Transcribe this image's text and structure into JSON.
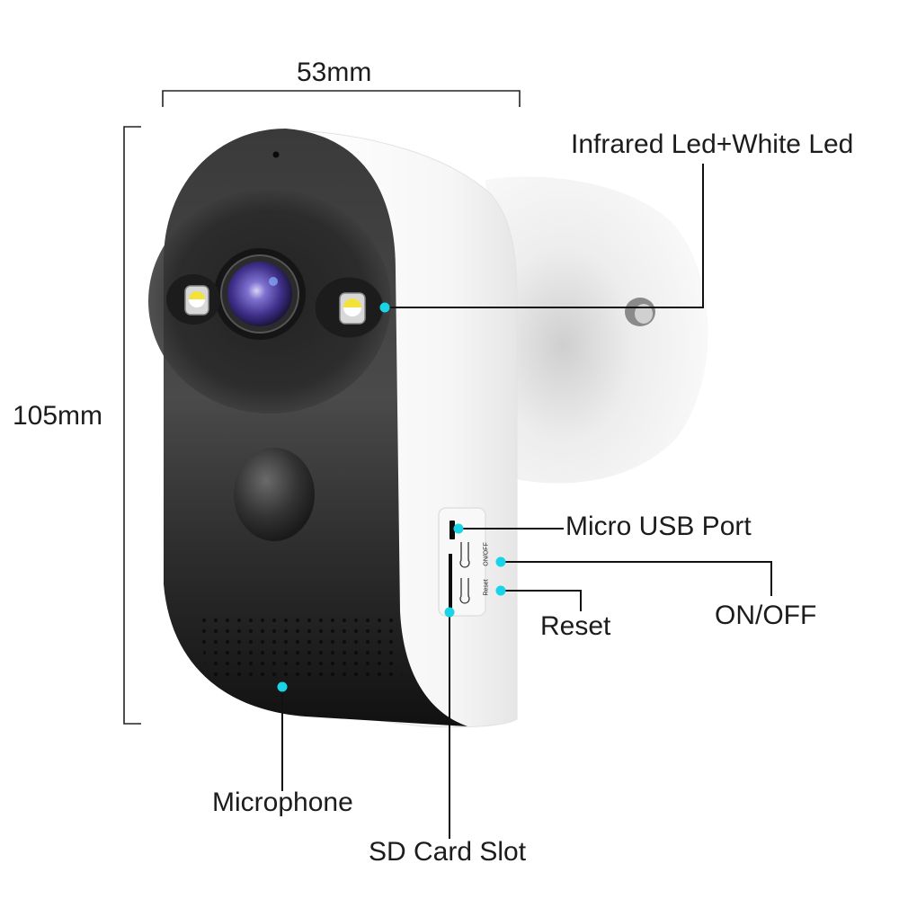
{
  "dimensions": {
    "width_label": "53mm",
    "height_label": "105mm"
  },
  "callouts": {
    "infrared_led": "Infrared Led+White Led",
    "micro_usb": "Micro USB Port",
    "on_off": "ON/OFF",
    "reset": "Reset",
    "microphone": "Microphone",
    "sd_card": "SD Card Slot"
  },
  "side_panel": {
    "on_off_marking": "ON/OFF",
    "reset_marking": "Reset"
  },
  "colors": {
    "callout_dot": "#19d3e6",
    "callout_line": "#111111",
    "camera_front": "#2b2b2b",
    "camera_body": "#f4f4f4",
    "lens": "#5a4fb0",
    "led_yellow": "#f3e23a"
  }
}
